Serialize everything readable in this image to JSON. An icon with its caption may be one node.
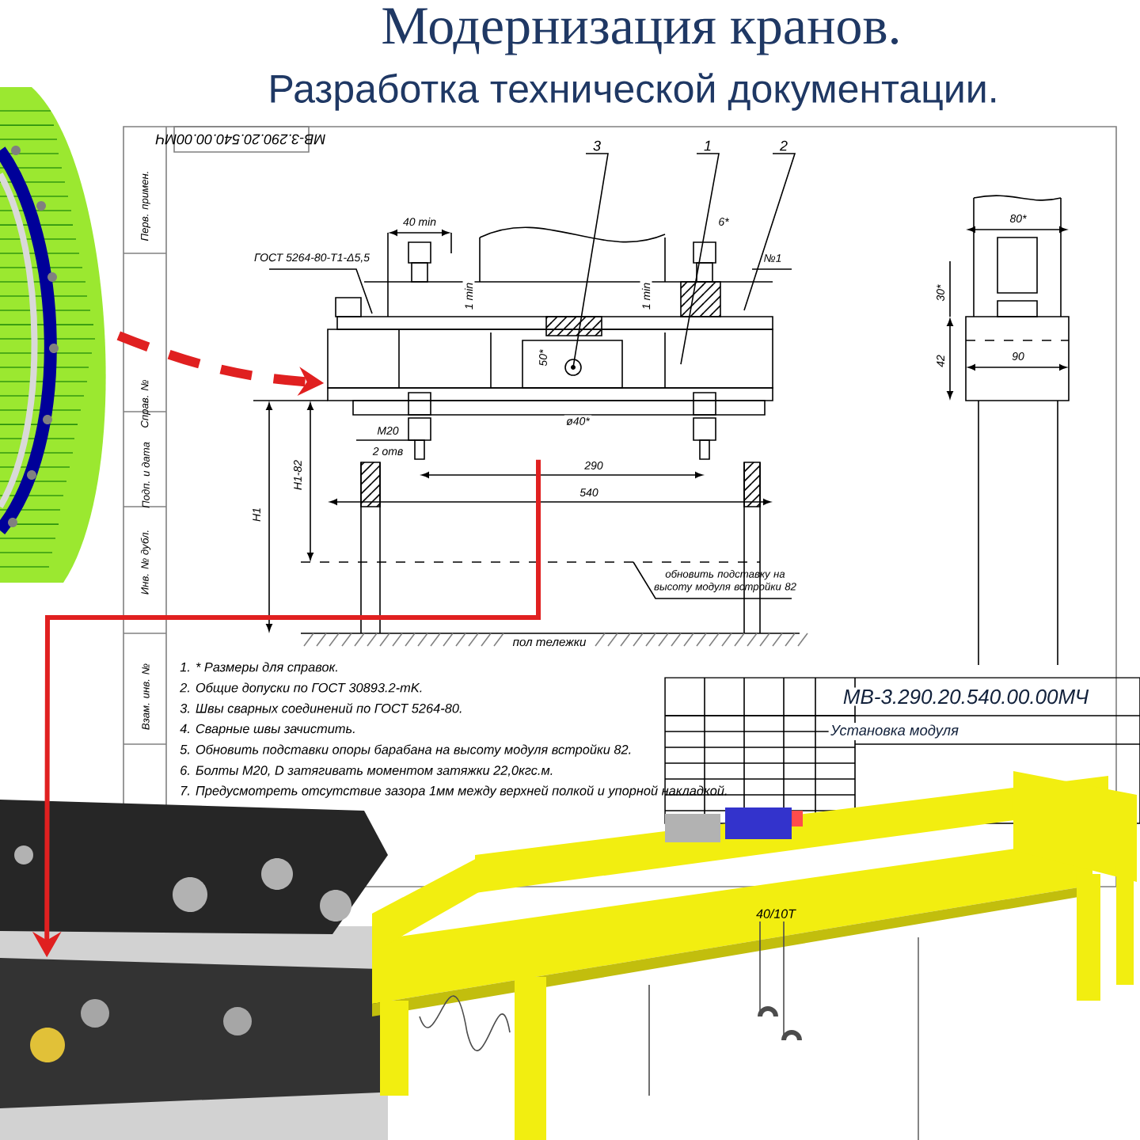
{
  "diagram": {
    "title": "Модернизация кранов.",
    "caption": "Разработка технической документации.",
    "nodes": [
      {
        "text": [],
        "shape": "picture"
      },
      {
        "text": [],
        "shape": "picture"
      },
      {
        "text": [],
        "shape": "picture"
      }
    ],
    "edges": [
      {
        "from": 0,
        "to": 1,
        "arrow": "to",
        "style": "dashed"
      },
      {
        "from": 1,
        "to": 2,
        "arrow": "to"
      }
    ],
    "labels": [
      "МВ-3.290.20.540.00.00МЧ",
      "Перв. примен.",
      "Справ. №",
      "Подп. и дата",
      "Инв. № дубл.",
      "Взам. инв. №",
      "3",
      "1",
      "2",
      "40 min",
      "ГОСТ 5264-80-Т1-Δ5,5",
      "1 min",
      "1 min",
      "6*",
      "№1",
      "80*",
      "30*",
      "42",
      "90",
      "50*",
      "ø40*",
      "М20",
      "2 отв",
      "290",
      "540",
      "Н1-82",
      "Н1",
      "обновить подставку на высоту модуля встройки 82",
      "пол тележки",
      "1. * Размеры для справок.",
      "2. Общие допуски по ГОСТ 30893.2-mK.",
      "3. Швы сварных соединений по ГОСТ 5264-80.",
      "4. Сварные швы зачистить.",
      "5. Обновить подставки опоры барабана на высоту модуля встройки 82.",
      "6. Болты М20, D затягивать моментом затяжки 22,0кгс.м.",
      "7. Предусмотреть отсутствие зазора 1мм между верхней полкой и упорной накладкой.",
      "МВ-3.290.20.540.00.00МЧ",
      "Установка модуля",
      "40/10Т"
    ]
  }
}
